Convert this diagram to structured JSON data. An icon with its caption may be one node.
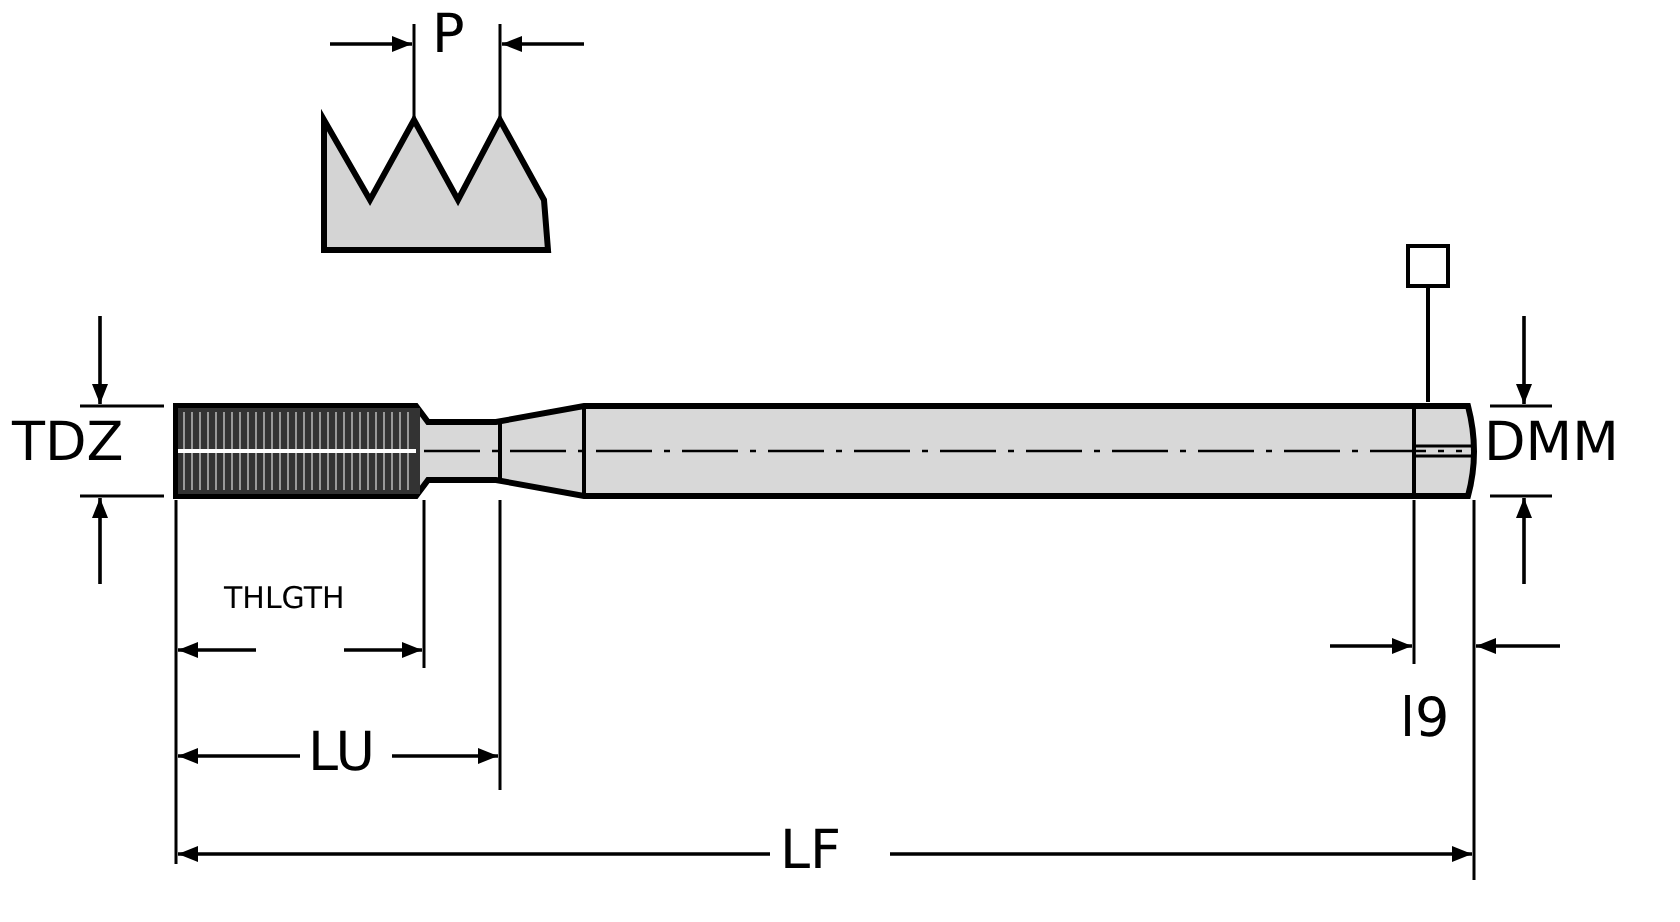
{
  "diagram": {
    "nodes": [
      {
        "text": [],
        "shape": "box"
      },
      {
        "text": [],
        "shape": "picture"
      }
    ],
    "edges": [
      {
        "from": 0,
        "to": 1,
        "arrow": "none"
      }
    ],
    "labels": [
      "P",
      "TDZ",
      "DMM",
      "THLGTH",
      "LU",
      "l9",
      "LF"
    ]
  }
}
